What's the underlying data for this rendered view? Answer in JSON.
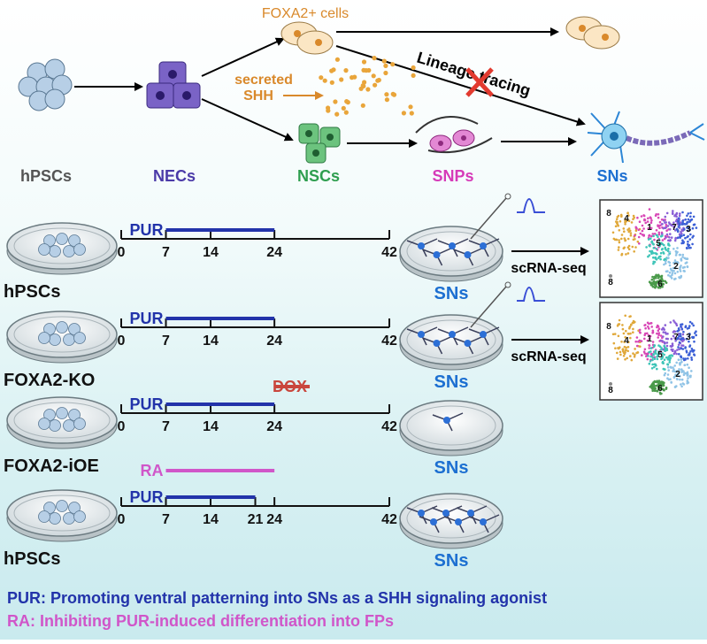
{
  "top": {
    "stages": [
      "hPSCs",
      "NECs",
      "NSCs",
      "SNPs",
      "SNs"
    ],
    "stage_colors": [
      "#555555",
      "#4b3aa8",
      "#2e9e4f",
      "#d63ab8",
      "#1c6fd1"
    ],
    "foxa2_label": "FOXA2+ cells",
    "secreted_label": "secreted",
    "shh_label": "SHH",
    "lineage_label": "Lineage tracing"
  },
  "rows": [
    {
      "label": "hPSCs",
      "treatments": [
        {
          "name": "PUR",
          "color": "#2233aa"
        }
      ],
      "ticks": [
        "0",
        "7",
        "14",
        "24",
        "42"
      ],
      "sns": "SNs",
      "scrna": "scRNA-seq"
    },
    {
      "label": "FOXA2-KO",
      "treatments": [
        {
          "name": "PUR",
          "color": "#2233aa"
        }
      ],
      "ticks": [
        "0",
        "7",
        "14",
        "24",
        "42"
      ],
      "sns": "SNs",
      "scrna": "scRNA-seq"
    },
    {
      "label": "FOXA2-iOE",
      "treatments": [
        {
          "name": "PUR",
          "color": "#2233aa"
        },
        {
          "name": "DOX",
          "color": "#c9463d"
        }
      ],
      "ticks": [
        "0",
        "7",
        "14",
        "24",
        "42"
      ],
      "sns": "SNs"
    },
    {
      "label": "hPSCs",
      "treatments": [
        {
          "name": "RA",
          "color": "#d056c9"
        },
        {
          "name": "PUR",
          "color": "#2233aa"
        }
      ],
      "ticks": [
        "0",
        "7",
        "14",
        "21",
        "24",
        "42"
      ],
      "sns": "SNs"
    }
  ],
  "umap_clusters": [
    "1",
    "2",
    "3",
    "4",
    "5",
    "6",
    "7",
    "8"
  ],
  "legend": {
    "pur": "PUR: Promoting ventral patterning into SNs as a SHH signaling agonist",
    "ra": "RA: Inhibiting PUR-induced differentiation into FPs",
    "pur_color": "#2233aa",
    "ra_color": "#d056c9"
  }
}
